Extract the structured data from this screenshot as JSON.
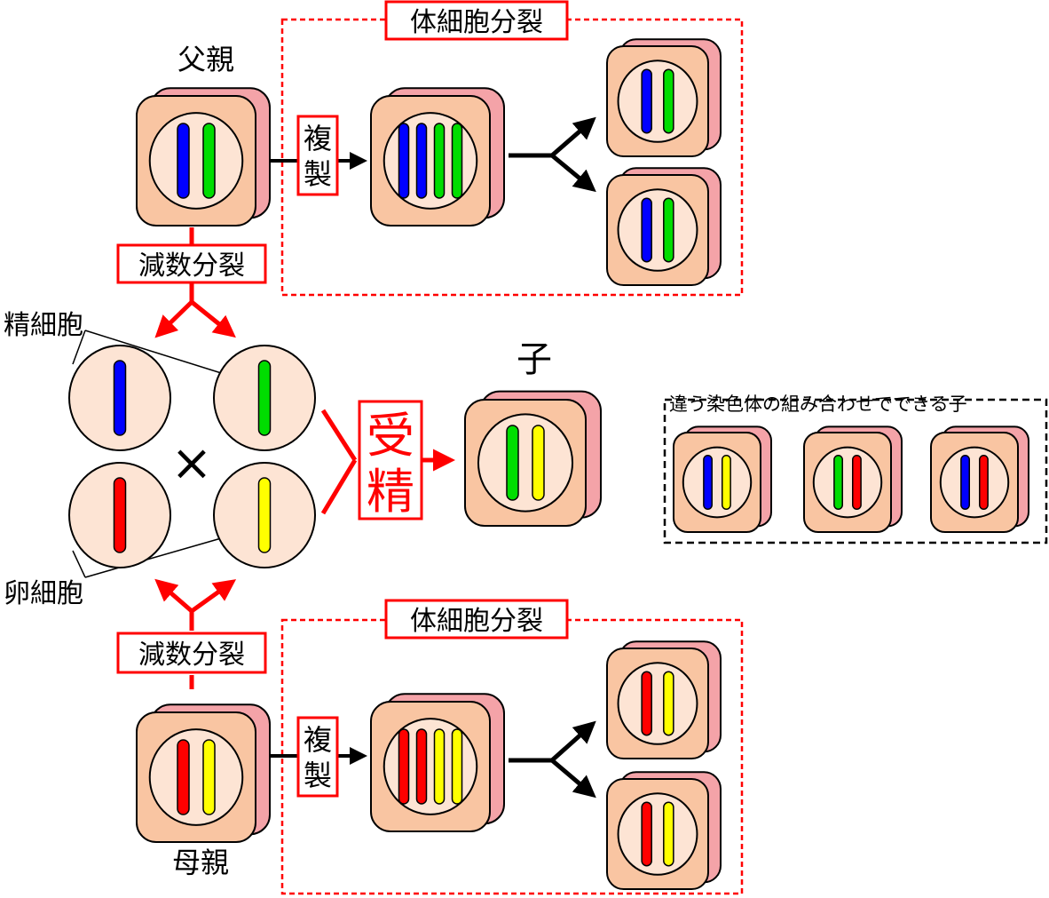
{
  "labels": {
    "father": "父親",
    "mother": "母親",
    "child": "子",
    "sperm": "精細胞",
    "egg": "卵細胞",
    "meiosis": "減数分裂",
    "somatic_division": "体細胞分裂",
    "replication_line1": "複",
    "replication_line2": "製",
    "fertilization_line1": "受",
    "fertilization_line2": "精",
    "cross_mark": "×",
    "combination_caption": "違う染色体の組み合わせでできる子"
  },
  "colors": {
    "blue": "#0000ff",
    "green": "#00dd00",
    "red": "#ff0000",
    "yellow": "#ffff00",
    "cell_front": "#f9c5a2",
    "cell_back": "#f4a3a8",
    "nucleus": "#fde4d4",
    "accent_red": "#ff0000",
    "black": "#000000"
  },
  "chromosomes": {
    "father": [
      "blue",
      "green"
    ],
    "mother": [
      "red",
      "yellow"
    ],
    "father_replicated": [
      "blue",
      "blue",
      "green",
      "green"
    ],
    "mother_replicated": [
      "red",
      "red",
      "yellow",
      "yellow"
    ],
    "sperm_a": "blue",
    "sperm_b": "green",
    "egg_a": "red",
    "egg_b": "yellow",
    "child": [
      "green",
      "yellow"
    ],
    "combinations": [
      [
        "blue",
        "yellow"
      ],
      [
        "green",
        "red"
      ],
      [
        "blue",
        "red"
      ]
    ]
  }
}
